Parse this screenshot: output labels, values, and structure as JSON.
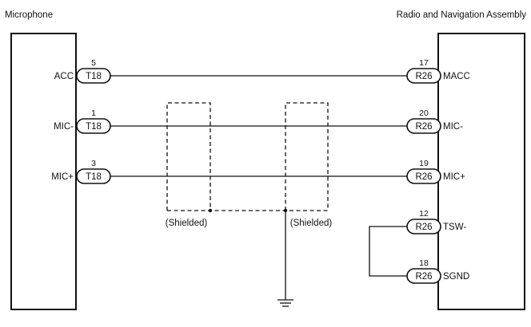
{
  "left_component": {
    "title": "Microphone"
  },
  "right_component": {
    "title": "Radio and Navigation Assembly"
  },
  "connections": [
    {
      "left_signal": "ACC",
      "left_pin": "5",
      "left_connector": "T18",
      "right_pin": "17",
      "right_connector": "R26",
      "right_signal": "MACC"
    },
    {
      "left_signal": "MIC-",
      "left_pin": "1",
      "left_connector": "T18",
      "right_pin": "20",
      "right_connector": "R26",
      "right_signal": "MIC-"
    },
    {
      "left_signal": "MIC+",
      "left_pin": "3",
      "left_connector": "T18",
      "right_pin": "19",
      "right_connector": "R26",
      "right_signal": "MIC+"
    }
  ],
  "right_only": [
    {
      "pin": "12",
      "connector": "R26",
      "signal": "TSW-"
    },
    {
      "pin": "18",
      "connector": "R26",
      "signal": "SGND"
    }
  ],
  "shields": [
    {
      "label": "(Shielded)"
    },
    {
      "label": "(Shielded)"
    }
  ],
  "ground": {
    "icon": "ground-icon"
  }
}
